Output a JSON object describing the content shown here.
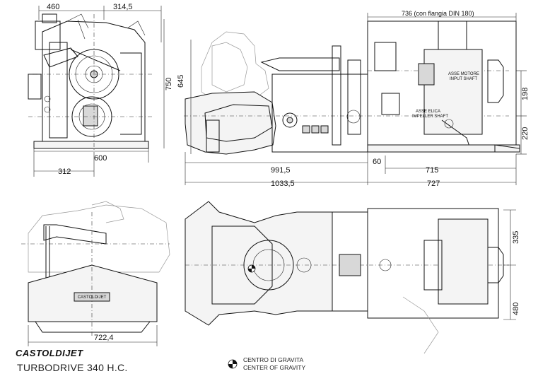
{
  "dimensions": {
    "top_width_left": "460",
    "top_width_right": "314,5",
    "height_750": "750",
    "width_600": "600",
    "width_312": "312",
    "height_645": "645",
    "flange_note": "736  (con flangia  DIN 180)",
    "height_198": "198",
    "height_220": "220",
    "len_991_5": "991,5",
    "len_60": "60",
    "len_715": "715",
    "len_1033_5": "1033,5",
    "len_727": "727",
    "height_335": "335",
    "height_480": "480",
    "width_722_4": "722,4"
  },
  "labels": {
    "input_shaft_it": "ASSE MOTORE",
    "input_shaft_en": "INPUT SHAFT",
    "impeller_shaft_it": "ASSE ELICA",
    "impeller_shaft_en": "IMPELLER SHAFT"
  },
  "legend": {
    "cog_it": "CENTRO DI GRAVITA",
    "cog_en": "CENTER OF GRAVITY"
  },
  "brand": "CASTOLDIJET",
  "plate_brand": "CASTOLDIJET",
  "model_title": "TURBODRIVE 340  H.C."
}
